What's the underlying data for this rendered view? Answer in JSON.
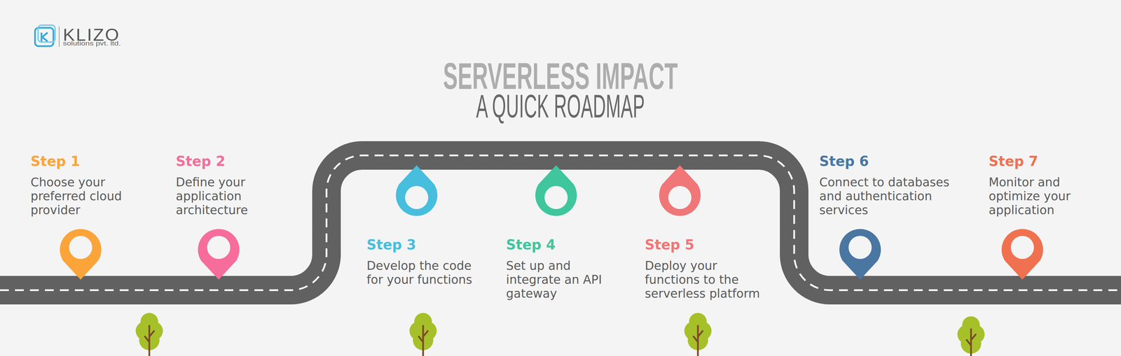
{
  "diagram": {
    "title": "SERVERLESS IMPACT",
    "nodes": [
      {
        "text": [
          "Step 1",
          "Choose your preferred cloud provider"
        ]
      },
      {
        "text": [
          "Step 2",
          "Define your application architecture"
        ]
      },
      {
        "text": [
          "Step 3",
          "Develop the code for your functions"
        ]
      },
      {
        "text": [
          "Step 4",
          "Set up and integrate an API gateway"
        ]
      },
      {
        "text": [
          "Step 5",
          "Deploy your functions to the serverless platform"
        ]
      },
      {
        "text": [
          "Step 6",
          "Connect to databases and authentication services"
        ]
      },
      {
        "text": [
          "Step 7",
          "Monitor and optimize your application"
        ]
      }
    ],
    "labels": [
      "KLIZO",
      "solutions pvt. ltd.",
      "A QUICK ROADMAP"
    ]
  }
}
